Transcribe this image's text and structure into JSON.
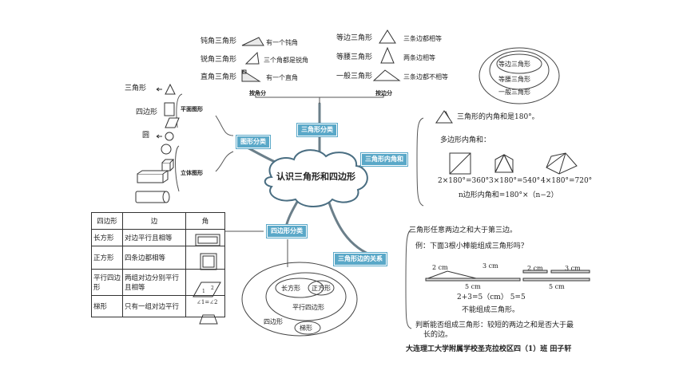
{
  "center": "认识三角形和四边形",
  "tags": {
    "triangle_class": "三角形分类",
    "shape_class": "图形分类",
    "angle_sum": "三角形内角和",
    "quad_class": "四边形分类",
    "side_relation": "三角形边的关系",
    "plane": "平面图形",
    "solid": "立体图形"
  },
  "by_angle": {
    "items": [
      {
        "name": "钝角三角形",
        "desc": "有一个钝角"
      },
      {
        "name": "锐角三角形",
        "desc": "三个角都是锐角"
      },
      {
        "name": "直角三角形",
        "desc": "有一个直角"
      }
    ],
    "label": "按角分"
  },
  "by_side": {
    "items": [
      {
        "name": "等边三角形",
        "desc": "三条边都相等"
      },
      {
        "name": "等腰三角形",
        "desc": "两条边相等"
      },
      {
        "name": "一般三角形",
        "desc": "三条边都不相等"
      }
    ],
    "label": "按边分"
  },
  "nested_triangles": [
    "等边三角形",
    "等腰三角形",
    "一般三角形"
  ],
  "shapes_left": [
    "三角形",
    "四边形",
    "圆"
  ],
  "angle_sum": {
    "line1": "三角形的内角和是180°。",
    "line2": "多边形内角和：",
    "formulas": [
      "2×180°=360°",
      "3×180°=540°",
      "4×180°=720°"
    ],
    "general": "n边形内角和=180°×（n−2）"
  },
  "sides": {
    "rule": "三角形任意两边之和大于第三边。",
    "example": "例：下面3根小棒能组成三角形吗？",
    "left_labels": [
      "2 cm",
      "3 cm",
      "5 cm"
    ],
    "right_labels": [
      "2 cm",
      "3 cm",
      "5 cm"
    ],
    "calc": "2+3=5（cm）    5=5",
    "conclusion": "不能组成三角形。",
    "judge1": "判断能否组成三角形：较短的两边之和是否大于最",
    "judge2": "长的边。"
  },
  "table": {
    "headers": [
      "四边形",
      "边",
      "角"
    ],
    "rows": [
      {
        "name": "长方形",
        "edge": "对边平行且相等"
      },
      {
        "name": "正方形",
        "edge": "四条边都相等"
      },
      {
        "name": "平行四边形",
        "edge": "两组对边分别平行且相等"
      },
      {
        "name": "梯形",
        "edge": "只有一组对边平行"
      }
    ],
    "angle_note": "∠1=∠2",
    "angle_marks": [
      "1",
      "2"
    ]
  },
  "nested_quads": {
    "inner_left": "长方形",
    "inner_right": "正方形",
    "middle": "平行四边形",
    "outer": "四边形",
    "trapezoid": "梯形"
  },
  "credit": "大连理工大学附属学校圣克拉校区四（1）班    田子轩"
}
